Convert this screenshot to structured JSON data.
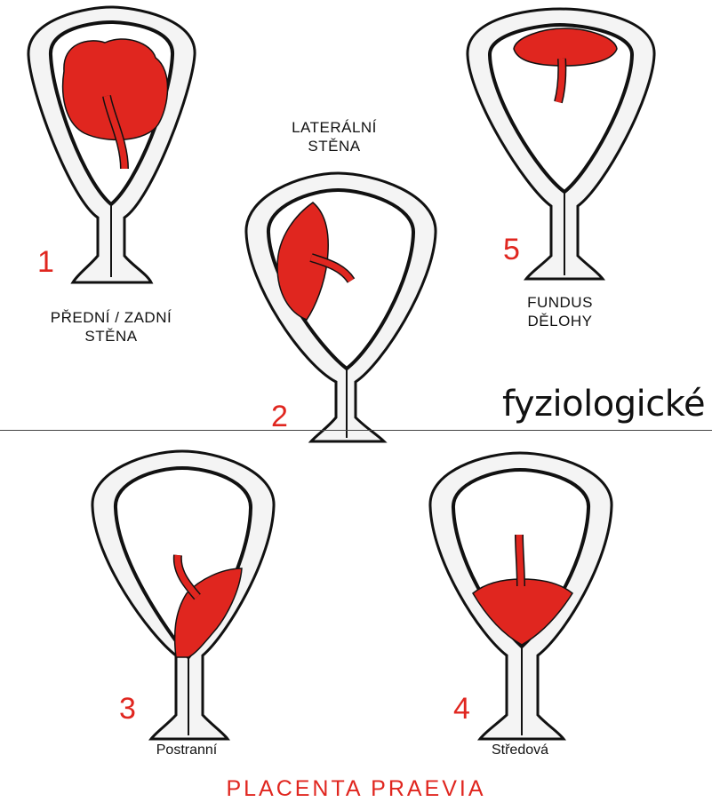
{
  "diagrams": [
    {
      "number": "1",
      "caption": [
        "PŘEDNÍ / ZADNÍ",
        "STĚNA"
      ]
    },
    {
      "number": "2",
      "caption": [
        "LATERÁLNÍ",
        "STĚNA"
      ]
    },
    {
      "number": "5",
      "caption": [
        "FUNDUS",
        "DĚLOHY"
      ]
    },
    {
      "number": "3",
      "caption": [
        "Postranní"
      ]
    },
    {
      "number": "4",
      "caption": [
        "Středová"
      ]
    }
  ],
  "group_label_physiological": "fyziologické",
  "group_title_praevia": "PLACENTA PRAEVIA",
  "colors": {
    "placenta": "#e0261f",
    "label_red": "#e0261f",
    "outline": "#111111",
    "wall": "#f4f4f4"
  }
}
